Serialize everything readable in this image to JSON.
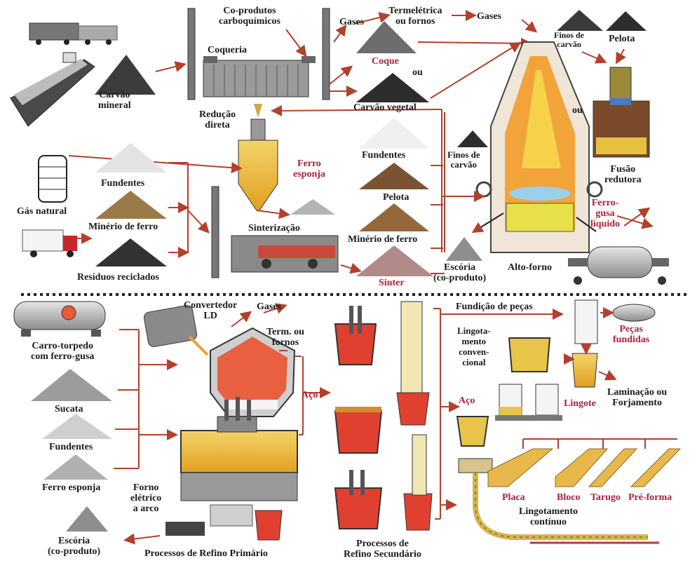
{
  "colors": {
    "arrow": "#b3402c",
    "text": "#1a1a1a",
    "highlight_text": "#b0203a",
    "molten_metal": "#e8553a",
    "furnace_yellow": "#e9c43a",
    "dark_material": "#3a3a3a",
    "ore_brown": "#8a6a3a"
  },
  "icons": [
    "train-wagon-icon",
    "cargo-ship-icon",
    "gas-tank-icon",
    "truck-icon",
    "coal-pile-icon",
    "coke-oven-icon",
    "blast-furnace-icon",
    "sinter-plant-icon",
    "shaft-furnace-icon",
    "torpedo-car-icon",
    "ld-converter-icon",
    "electric-arc-furnace-icon",
    "ladle-icon",
    "continuous-caster-icon",
    "cast-part-icon",
    "ingot-icon"
  ],
  "labels": {
    "carvao_mineral": "Carvão\nmineral",
    "coproducts_carbo": "Co-produtos\ncarboquímicos",
    "coqueria": "Coqueria",
    "gases_top": "Gases",
    "termeletrica": "Termelétrica\nou fornos",
    "gases_right": "Gases",
    "coque": "Coque",
    "ou_1": "ou",
    "carvao_vegetal": "Carvão vegetal",
    "finos_carvao_top": "Finos de\ncarvão",
    "pelota_top": "Pelota",
    "ou_2": "ou",
    "reducao_direta": "Redução\ndireta",
    "ferro_esponja_red": "Ferro\nesponja",
    "fundentes_mid": "Fundentes",
    "finos_carvao_mid": "Finos de\ncarvão",
    "fusao_redutora": "Fusão\nredutora",
    "gas_natural": "Gás natural",
    "fundentes_left": "Fundentes",
    "pelota_mid": "Pelota",
    "ferro_gusa_liquido": "Ferro-\ngusa\nlíquido",
    "minerio_ferro_left": "Minério de ferro",
    "sinterizacao": "Sinterização",
    "minerio_ferro_mid": "Minério de ferro",
    "residuos": "Resíduos reciclados",
    "sinter": "Sinter",
    "escoria_top": "Escória\n(co-produto)",
    "alto_forno": "Alto-forno",
    "convertedor": "Convertedor\nLD",
    "gases_ld": "Gases",
    "term_fornos": "Term. ou\nfornos",
    "fundicao": "Fundição de peças",
    "pecas_fundidas": "Peças\nfundidas",
    "carro_torpedo": "Carro-torpedo\ncom ferro-gusa",
    "lingotamento_conv": "Lingota-\nmento\nconven-\ncional",
    "aco_1": "Aço",
    "sucata": "Sucata",
    "aco_2": "Aço",
    "lingote": "Lingote",
    "laminacao": "Laminação ou\nForjamento",
    "fundentes_bottom": "Fundentes",
    "ferro_esponja_bottom": "Ferro esponja",
    "forno_eletrico": "Forno\nelétrico\na arco",
    "placa": "Placa",
    "bloco": "Bloco",
    "tarugo": "Tarugo",
    "pre_forma": "Pré-forma",
    "lingotamento_continuo": "Lingotamento\ncontínuo",
    "escoria_bottom": "Escória\n(co-produto)",
    "refino_primario": "Processos de Refino Primário",
    "refino_secundario": "Processos de\nRefino Secundário"
  }
}
